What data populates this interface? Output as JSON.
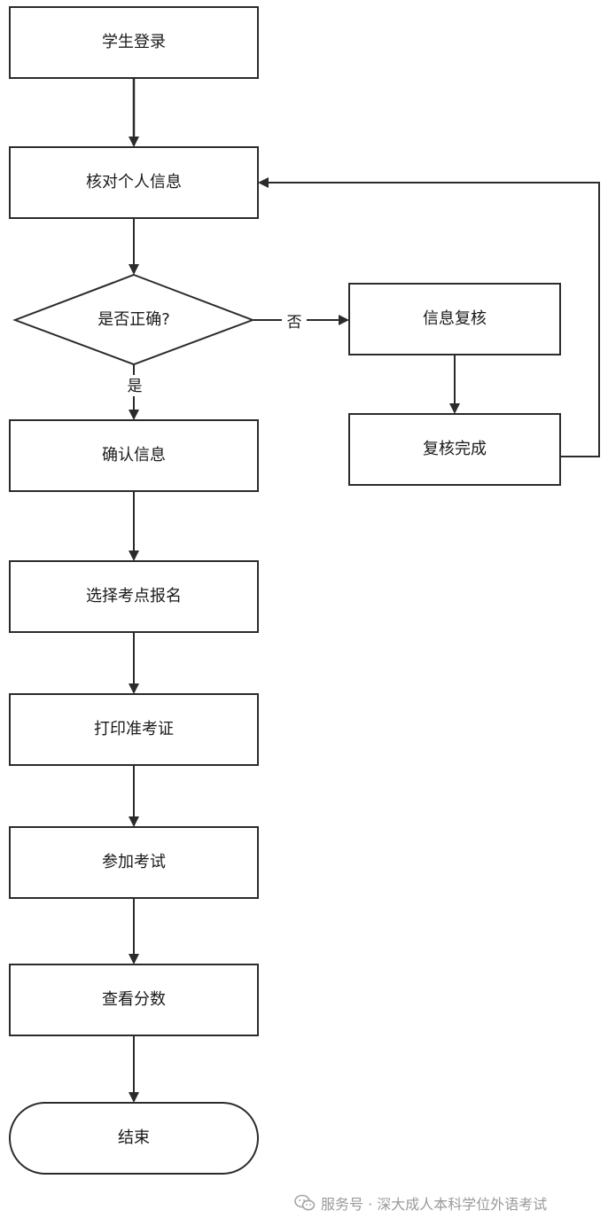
{
  "nodes": {
    "login": "学生登录",
    "verify": "核对个人信息",
    "decision": "是否正确?",
    "review": "信息复核",
    "review_done": "复核完成",
    "confirm": "确认信息",
    "select_site": "选择考点报名",
    "print_ticket": "打印准考证",
    "take_exam": "参加考试",
    "view_score": "查看分数",
    "end": "结束"
  },
  "edges": {
    "no_label": "否",
    "yes_label": "是"
  },
  "footer": {
    "source": "服务号 · 深大成人本科学位外语考试"
  },
  "colors": {
    "stroke": "#2b2b2b",
    "text": "#1a1a1a",
    "footer_text": "#9a9a9a"
  }
}
